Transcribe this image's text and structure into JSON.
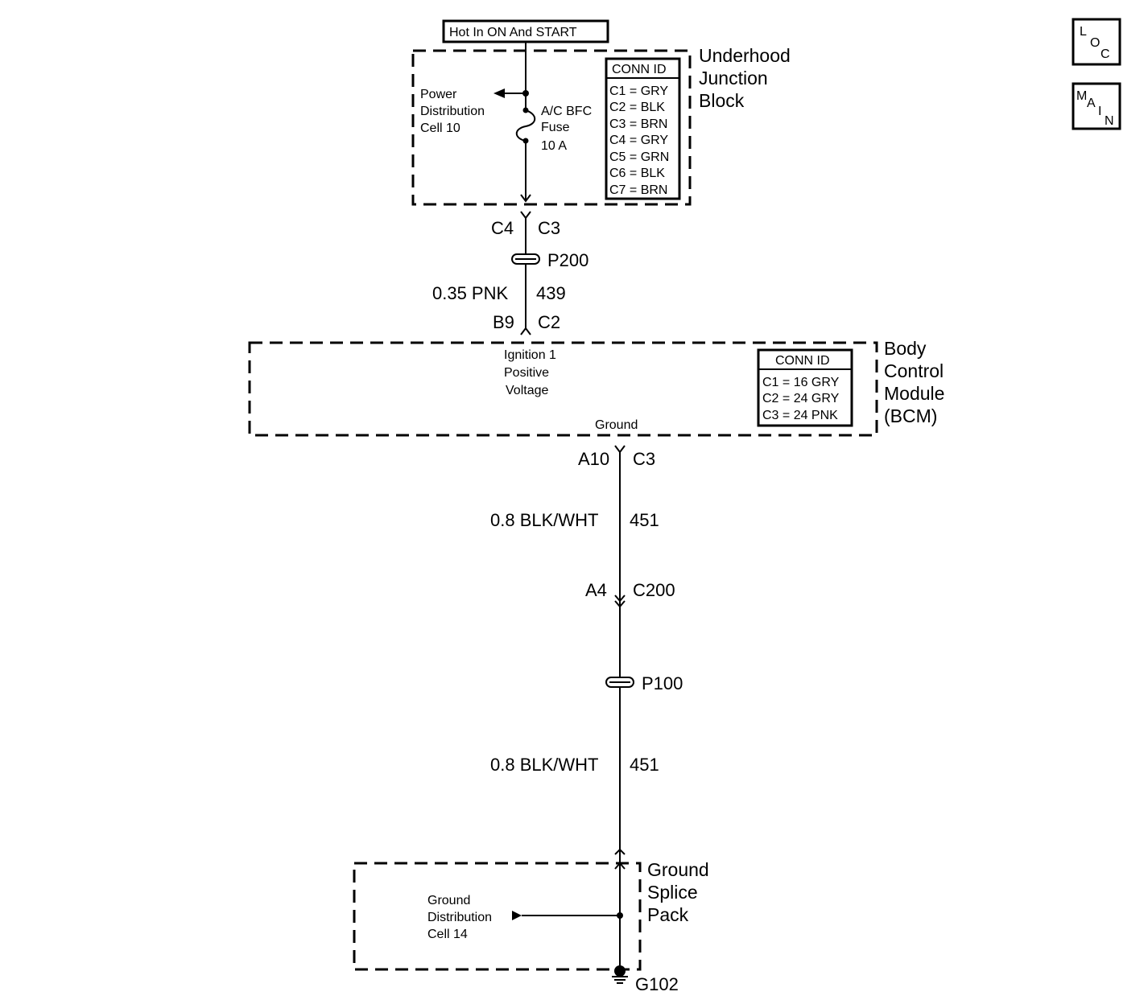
{
  "nav": {
    "loc": {
      "l": "L",
      "o": "O",
      "c": "C"
    },
    "main": {
      "m": "M",
      "a": "A",
      "i": "I",
      "n": "N"
    }
  },
  "power_source": "Hot In ON And START",
  "ujb": {
    "name": [
      "Underhood",
      "Junction",
      "Block"
    ],
    "power_dist": [
      "Power",
      "Distribution",
      "Cell 10"
    ],
    "fuse": [
      "A/C BFC",
      "Fuse",
      "10 A"
    ],
    "conn_title": "CONN ID",
    "conn": [
      "C1 = GRY",
      "C2 = BLK",
      "C3 = BRN",
      "C4 = GRY",
      "C5 = GRN",
      "C6 = BLK",
      "C7 = BRN"
    ]
  },
  "wire1": {
    "conn_top_left": "C4",
    "conn_top_right": "C3",
    "splice": "P200",
    "gauge_color": "0.35 PNK",
    "circuit": "439",
    "conn_bot_left": "B9",
    "conn_bot_right": "C2"
  },
  "bcm": {
    "name": [
      "Body",
      "Control",
      "Module",
      "(BCM)"
    ],
    "ign": [
      "Ignition 1",
      "Positive",
      "Voltage"
    ],
    "ground": "Ground",
    "conn_title": "CONN ID",
    "conn": [
      "C1 = 16 GRY",
      "C2 = 24 GRY",
      "C3 = 24 PNK"
    ]
  },
  "wire2": {
    "conn_top_left": "A10",
    "conn_top_right": "C3",
    "seg1_gauge": "0.8 BLK/WHT",
    "seg1_circuit": "451",
    "conn_mid_left": "A4",
    "conn_mid_right": "C200",
    "splice": "P100",
    "seg2_gauge": "0.8 BLK/WHT",
    "seg2_circuit": "451"
  },
  "gsp": {
    "name": [
      "Ground",
      "Splice",
      "Pack"
    ],
    "dist": [
      "Ground",
      "Distribution",
      "Cell 14"
    ],
    "ground_label": "G102"
  }
}
